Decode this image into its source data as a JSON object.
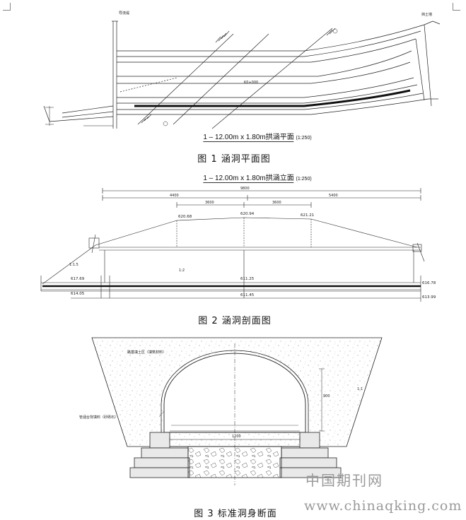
{
  "figure1": {
    "subtitle_main": "1 – 12.00m x 1.80m",
    "subtitle_tail": "拱涵平面",
    "subtitle_scale": "(1:250)",
    "caption": "图 1  涵洞平面图",
    "label_left": "导流堤",
    "label_right": "挡土墙",
    "center_label": "K0+000"
  },
  "figure2": {
    "subtitle_main": "1 – 12.00m x 1.80m",
    "subtitle_tail": "拱涵立面",
    "subtitle_scale": "(1:250)",
    "caption": "图 2  涵洞剖面图",
    "dim_total": "9800",
    "dim_left": "4400",
    "dim_right": "5400",
    "dim_mid_left": "3600",
    "dim_mid_right": "3600",
    "elev_top_left": "620.68",
    "elev_top_mid": "620.94",
    "elev_top_right": "621.21",
    "elev_left_1": "617.69",
    "elev_left_2": "614.05",
    "elev_mid_1": "611.25",
    "elev_mid_2": "611.45",
    "elev_right_1": "616.78",
    "elev_right_2": "613.99",
    "slope_label": "1:1.5",
    "flow_label": "1:2"
  },
  "figure3": {
    "caption": "图 3  标准洞身断面",
    "label_fill": "路基填土区（填筑材料）",
    "label_wall": "管涵台背填料（砂砾石）",
    "dim_width": "1200",
    "dim_height": "900",
    "slope_label": "1:1"
  },
  "watermark": {
    "cn": "中国期刊网",
    "url": "www.chinaqking.com"
  }
}
